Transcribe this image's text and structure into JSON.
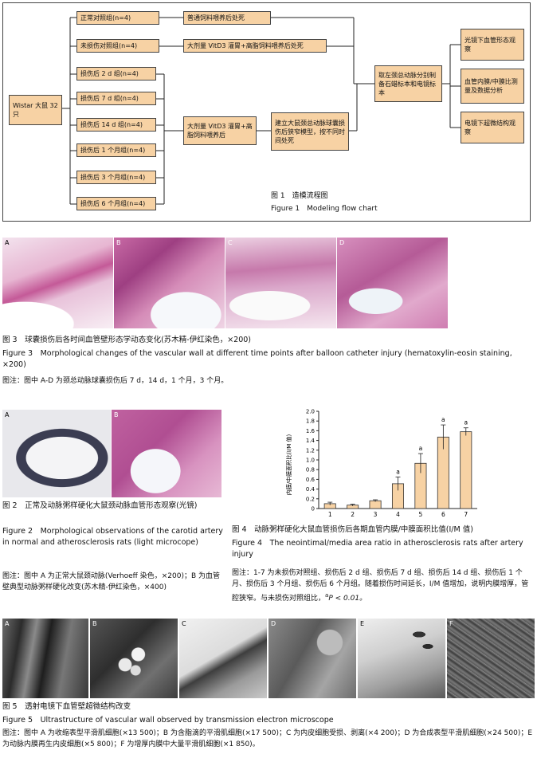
{
  "flow": {
    "start": "Wistar 大鼠 32 只",
    "groups": [
      "正常对照组(n=4)",
      "未损伤对照组(n=4)",
      "损伤后 2 d 组(n=4)",
      "损伤后 7 d 组(n=4)",
      "损伤后 14 d 组(n=4)",
      "损伤后 1 个月组(n=4)",
      "损伤后 3 个月组(n=4)",
      "损伤后 6 个月组(n=4)"
    ],
    "feed_normal": "普通饲料喂养后处死",
    "feed_vitd_dead": "大剂量 VitD3 灌胃+高脂饲料喂养后处死",
    "feed_vitd": "大剂量 VitD3 灌胃+高脂饲料喂养后",
    "model": "建立大鼠颈总动脉球囊损伤后狭窄模型，按不同时间处死",
    "sample": "取左颈总动脉分别制备石蜡标本和电镜标本",
    "out1": "光镜下血管形态观察",
    "out2": "血管内膜/中膜比测量及数据分析",
    "out3": "电镜下超微结构观察",
    "cap_cn": "图 1　造模流程图",
    "cap_en": "Figure 1　Modeling flow chart"
  },
  "fig3": {
    "labels": [
      "A",
      "B",
      "C",
      "D"
    ],
    "cap_cn": "图 3　球囊损伤后各时间血管壁形态学动态变化(苏木精-伊红染色，×200)",
    "cap_en": "Figure 3　Morphological changes of the vascular wall at different time points after balloon catheter injury (hematoxylin-eosin staining, ×200)",
    "note": "图注：图中 A-D 为颈总动脉球囊损伤后 7 d，14 d，1 个月，3 个月。"
  },
  "fig2": {
    "labels": [
      "A",
      "B"
    ],
    "cap_cn": "图 2　正常及动脉粥样硬化大鼠颈动脉血管形态观察(光镜)",
    "cap_en": "Figure 2　Morphological observations of the carotid artery in normal and atherosclerosis rats (light microcope)",
    "note": "图注：图中 A 为正常大鼠颈动脉(Verhoeff 染色，×200)；B 为血管壁典型动脉粥样硬化改变(苏木精-伊红染色，×400)"
  },
  "fig4": {
    "cap_cn": "图 4　动脉粥样硬化大鼠血管损伤后各期血管内膜/中膜面积比值(I/M 值)",
    "cap_en": "Figure 4　The neointimal/media area ratio in atherosclerosis rats after artery injury",
    "note": "图注：1-7 为未损伤对照组、损伤后 2 d 组、损伤后 7 d 组、损伤后 14 d 组、损伤后 1 个月、损伤后 3 个月组、损伤后 6 个月组。随着损伤时间延长，I/M 值增加，说明内膜增厚，管腔狭窄。与未损伤对照组比，",
    "note_tail": "P < 0.01。",
    "sup": "a"
  },
  "chart_data": {
    "type": "bar",
    "categories": [
      "1",
      "2",
      "3",
      "4",
      "5",
      "6",
      "7"
    ],
    "values": [
      0.1,
      0.07,
      0.16,
      0.51,
      0.93,
      1.47,
      1.58
    ],
    "errors": [
      0.03,
      0.02,
      0.02,
      0.14,
      0.2,
      0.25,
      0.08
    ],
    "annotations": [
      "",
      "",
      "",
      "a",
      "a",
      "a",
      "a"
    ],
    "ylabel": "内膜/中膜面积比(I/M 值)",
    "ylim": [
      0,
      2.0
    ],
    "yticks": [
      "0",
      "0.2",
      "0.4",
      "0.6",
      "0.8",
      "1.0",
      "1.2",
      "1.4",
      "1.6",
      "1.8",
      "2.0"
    ],
    "bar_color": "#f7d2a4",
    "grid": false
  },
  "fig5": {
    "labels": [
      "A",
      "B",
      "C",
      "D",
      "E",
      "F"
    ],
    "cap_cn": "图 5　透射电镜下血管壁超微结构改变",
    "cap_en": "Figure 5　Ultrastructure of vascular wall observed by transmission electron microscope",
    "note": "图注：图中 A 为收缩表型平滑肌细胞(×13 500)；B 为含脂滴的平滑肌细胞(×17 500)；C 为内皮细胞受损、剥离(×4 200)；D 为合成表型平滑肌细胞(×24 500)；E 为动脉内膜再生内皮细胞(×5 800)；F 为增厚内膜中大量平滑肌细胞(×1 850)。"
  }
}
